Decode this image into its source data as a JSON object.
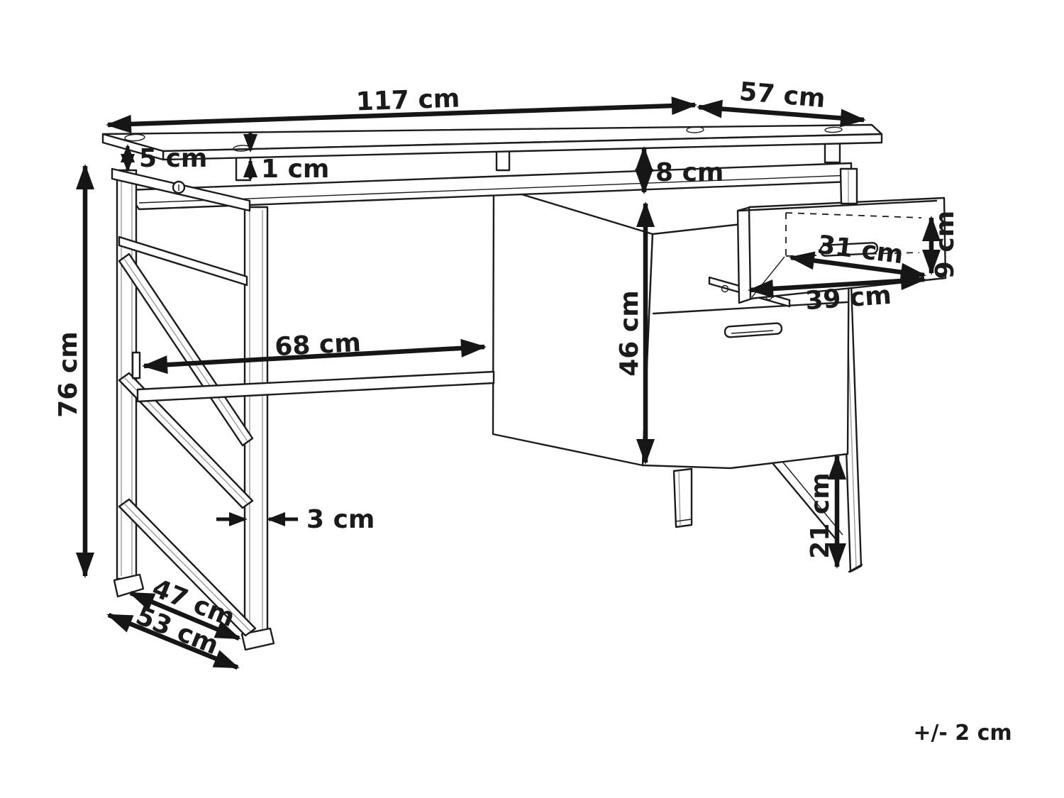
{
  "dimensions": {
    "tabletop_width": "117 cm",
    "tabletop_depth": "57 cm",
    "top_assembly_height": "5 cm",
    "glass_thickness": "1 cm",
    "top_to_shelf_gap": "8 cm",
    "drawer_inner_depth": "31 cm",
    "drawer_front_width": "39 cm",
    "drawer_front_height": "9 cm",
    "cabinet_front_height": "46 cm",
    "knee_space_width": "68 cm",
    "desk_height": "76 cm",
    "frame_tube_thickness": "3 cm",
    "frame_foot_depth": "47 cm",
    "base_depth": "53 cm",
    "cabinet_ground_clearance": "21 cm"
  },
  "note": {
    "tolerance": "+/- 2 cm"
  }
}
